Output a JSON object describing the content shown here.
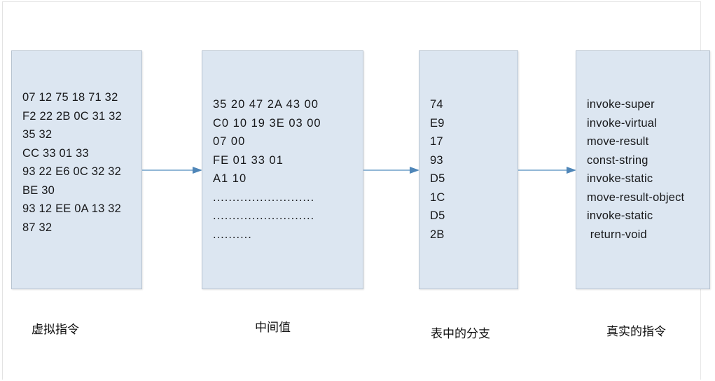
{
  "diagram": {
    "type": "flow",
    "boxes": [
      {
        "id": "virtual-instructions",
        "caption": "虚拟指令",
        "lines": [
          "07 12 75 18 71 32",
          "F2 22 2B 0C 31 32",
          "35 32",
          "CC 33 01 33",
          "93 22 E6 0C 32 32",
          "BE 30",
          "93 12 EE 0A 13 32",
          "87 32"
        ]
      },
      {
        "id": "intermediate-values",
        "caption": "中间值",
        "lines": [
          "35 20 47 2A 43 00",
          "C0 10 19 3E 03 00",
          "07 00",
          "FE 01 33 01",
          "A1 10",
          "..........................",
          "..........................",
          ".........."
        ]
      },
      {
        "id": "table-branches",
        "caption": "表中的分支",
        "lines": [
          "74",
          "E9",
          "17",
          "93",
          "D5",
          "1C",
          "D5",
          "2B"
        ]
      },
      {
        "id": "real-instructions",
        "caption": "真实的指令",
        "lines": [
          "invoke-super",
          "invoke-virtual",
          "move-result",
          "const-string",
          "invoke-static",
          "move-result-object",
          "invoke-static",
          " return-void"
        ]
      }
    ],
    "arrows": [
      {
        "id": "arrow-1-to-2",
        "from": "virtual-instructions",
        "to": "intermediate-values"
      },
      {
        "id": "arrow-2-to-3",
        "from": "intermediate-values",
        "to": "table-branches"
      },
      {
        "id": "arrow-3-to-4",
        "from": "table-branches",
        "to": "real-instructions"
      }
    ],
    "colors": {
      "box_fill": "#dce6f1",
      "box_border": "#b7c3d0",
      "arrow": "#6f9fc8",
      "text": "#17181a",
      "background": "#ffffff"
    }
  }
}
